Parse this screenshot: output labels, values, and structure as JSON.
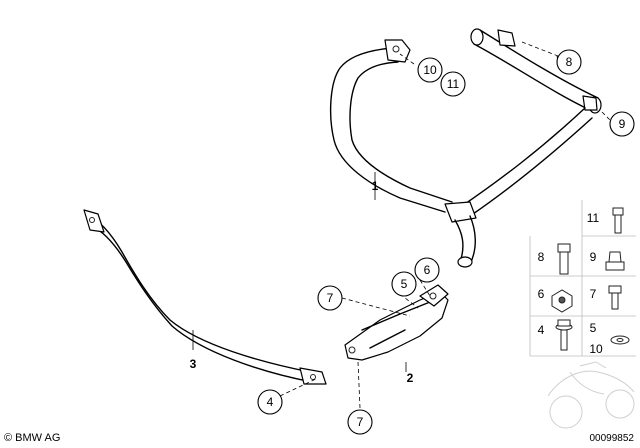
{
  "copyright": "© BMW AG",
  "drawing_number": "00099852",
  "callouts": [
    "10",
    "11",
    "8",
    "9",
    "5",
    "6",
    "7",
    "4",
    "7"
  ],
  "part_labels": [
    "1",
    "2",
    "3"
  ],
  "hardware_grid": {
    "items": [
      "11",
      "8",
      "9",
      "6",
      "7",
      "4",
      "5",
      "10"
    ]
  }
}
